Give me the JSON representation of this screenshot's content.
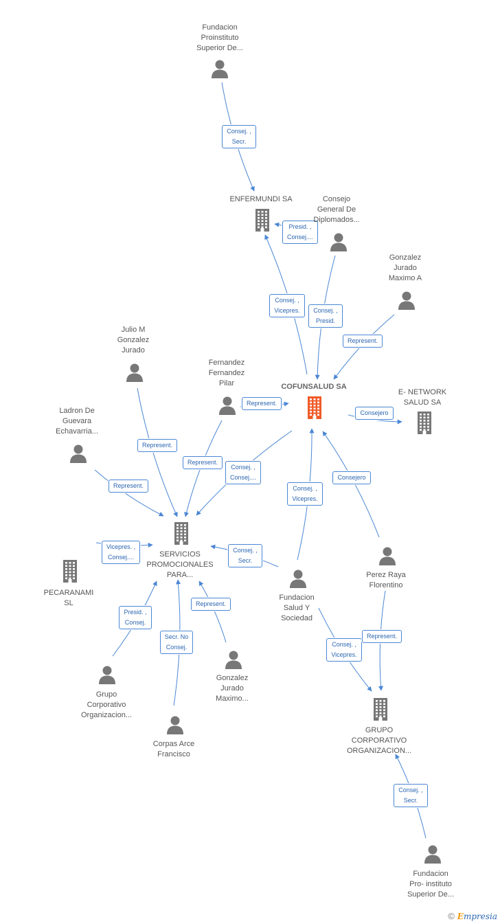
{
  "colors": {
    "edge": "#4a86d4",
    "icon": "#777777",
    "main_company": "#f05a28"
  },
  "nodes": [
    {
      "id": "fundacion_proinstituto_1",
      "type": "person",
      "label": "Fundacion\nProinstituto\nSuperior De..."
    },
    {
      "id": "enfermundi",
      "type": "company",
      "label": "ENFERMUNDI SA"
    },
    {
      "id": "consejo_general",
      "type": "person",
      "label": "Consejo\nGeneral De\nDiplomados..."
    },
    {
      "id": "gonzalez_jurado_a",
      "type": "person",
      "label": "Gonzalez\nJurado\nMaximo A"
    },
    {
      "id": "cofunsalud",
      "type": "company_main",
      "label": "COFUNSALUD SA"
    },
    {
      "id": "e_network",
      "type": "company",
      "label": "E- NETWORK\nSALUD SA"
    },
    {
      "id": "julio_m",
      "type": "person",
      "label": "Julio M\nGonzalez\nJurado"
    },
    {
      "id": "fernandez",
      "type": "person",
      "label": "Fernandez\nFernandez\nPilar"
    },
    {
      "id": "ladron",
      "type": "person",
      "label": "Ladron De\nGuevara\nEchavarria..."
    },
    {
      "id": "servicios",
      "type": "company",
      "label": "SERVICIOS\nPROMOCIONALES\nPARA..."
    },
    {
      "id": "pecaranami",
      "type": "company",
      "label": "PECARANAMI\nSL"
    },
    {
      "id": "fundacion_salud",
      "type": "person",
      "label": "Fundacion\nSalud Y\nSociedad"
    },
    {
      "id": "perez_raya",
      "type": "person",
      "label": "Perez Raya\nFlorentino"
    },
    {
      "id": "grupo_corp_person",
      "type": "person",
      "label": "Grupo\nCorporativo\nOrganizacion..."
    },
    {
      "id": "gonzalez_jurado_m",
      "type": "person",
      "label": "Gonzalez\nJurado\nMaximo..."
    },
    {
      "id": "corpas",
      "type": "person",
      "label": "Corpas Arce\nFrancisco"
    },
    {
      "id": "grupo_corp_company",
      "type": "company",
      "label": "GRUPO\nCORPORATIVO\nORGANIZACION..."
    },
    {
      "id": "fundacion_proinstituto_2",
      "type": "person",
      "label": "Fundacion\nPro- instituto\nSuperior De..."
    }
  ],
  "edges": [
    {
      "from": "fundacion_proinstituto_1",
      "to": "enfermundi",
      "label": "Consej. ,\nSecr."
    },
    {
      "from": "consejo_general",
      "to": "enfermundi",
      "label": "Presid. ,\nConsej...."
    },
    {
      "from": "cofunsalud",
      "to": "enfermundi",
      "label": "Consej. ,\nVicepres."
    },
    {
      "from": "consejo_general",
      "to": "cofunsalud",
      "label": "Consej. ,\nPresid."
    },
    {
      "from": "gonzalez_jurado_a",
      "to": "cofunsalud",
      "label": "Represent."
    },
    {
      "from": "fernandez",
      "to": "cofunsalud",
      "label": "Represent."
    },
    {
      "from": "cofunsalud",
      "to": "e_network",
      "label": "Consejero"
    },
    {
      "from": "julio_m",
      "to": "servicios",
      "label": "Represent."
    },
    {
      "from": "fernandez",
      "to": "servicios",
      "label": "Represent."
    },
    {
      "from": "cofunsalud",
      "to": "servicios",
      "label": "Consej. ,\nConsej...."
    },
    {
      "from": "ladron",
      "to": "servicios",
      "label": "Represent."
    },
    {
      "from": "fundacion_salud",
      "to": "cofunsalud",
      "label": "Consej. ,\nVicepres."
    },
    {
      "from": "perez_raya",
      "to": "cofunsalud",
      "label": "Consejero"
    },
    {
      "from": "pecaranami",
      "to": "servicios",
      "label": "Vicepres. ,\nConsej...."
    },
    {
      "from": "fundacion_salud",
      "to": "servicios",
      "label": "Consej. ,\nSecr."
    },
    {
      "from": "grupo_corp_person",
      "to": "servicios",
      "label": "Presid. ,\nConsej."
    },
    {
      "from": "corpas",
      "to": "servicios",
      "label": "Secr.  No\nConsej."
    },
    {
      "from": "gonzalez_jurado_m",
      "to": "servicios",
      "label": "Represent."
    },
    {
      "from": "fundacion_salud",
      "to": "grupo_corp_company",
      "label": "Consej. ,\nVicepres."
    },
    {
      "from": "perez_raya",
      "to": "grupo_corp_company",
      "label": "Represent."
    },
    {
      "from": "fundacion_proinstituto_2",
      "to": "grupo_corp_company",
      "label": "Consej. ,\nSecr."
    }
  ],
  "footer": {
    "copyright": "©",
    "brand_initial": "E",
    "brand_rest": "mpresia"
  }
}
